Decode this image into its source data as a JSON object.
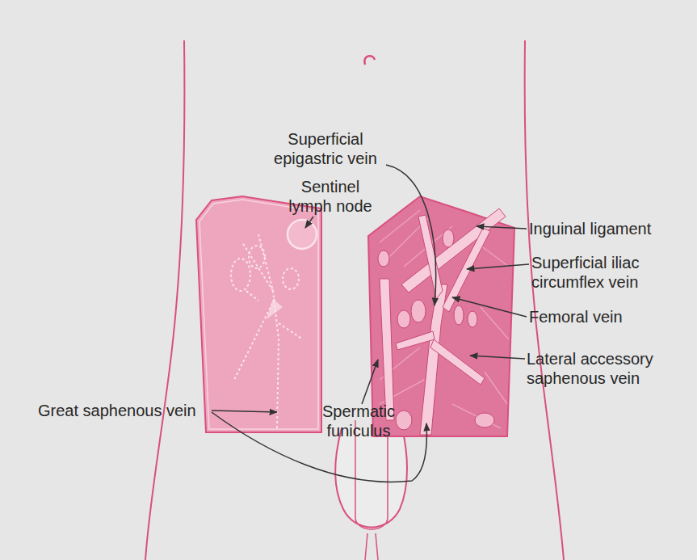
{
  "diagram": {
    "labels": [
      "Superficial epigastric vein",
      "Sentinel lymph node",
      "Inguinal ligament",
      "Superficial iliac circumflex vein",
      "Femoral vein",
      "Lateral accessory saphenous vein",
      "Great saphenous vein",
      "Spermatic funiculus"
    ]
  }
}
